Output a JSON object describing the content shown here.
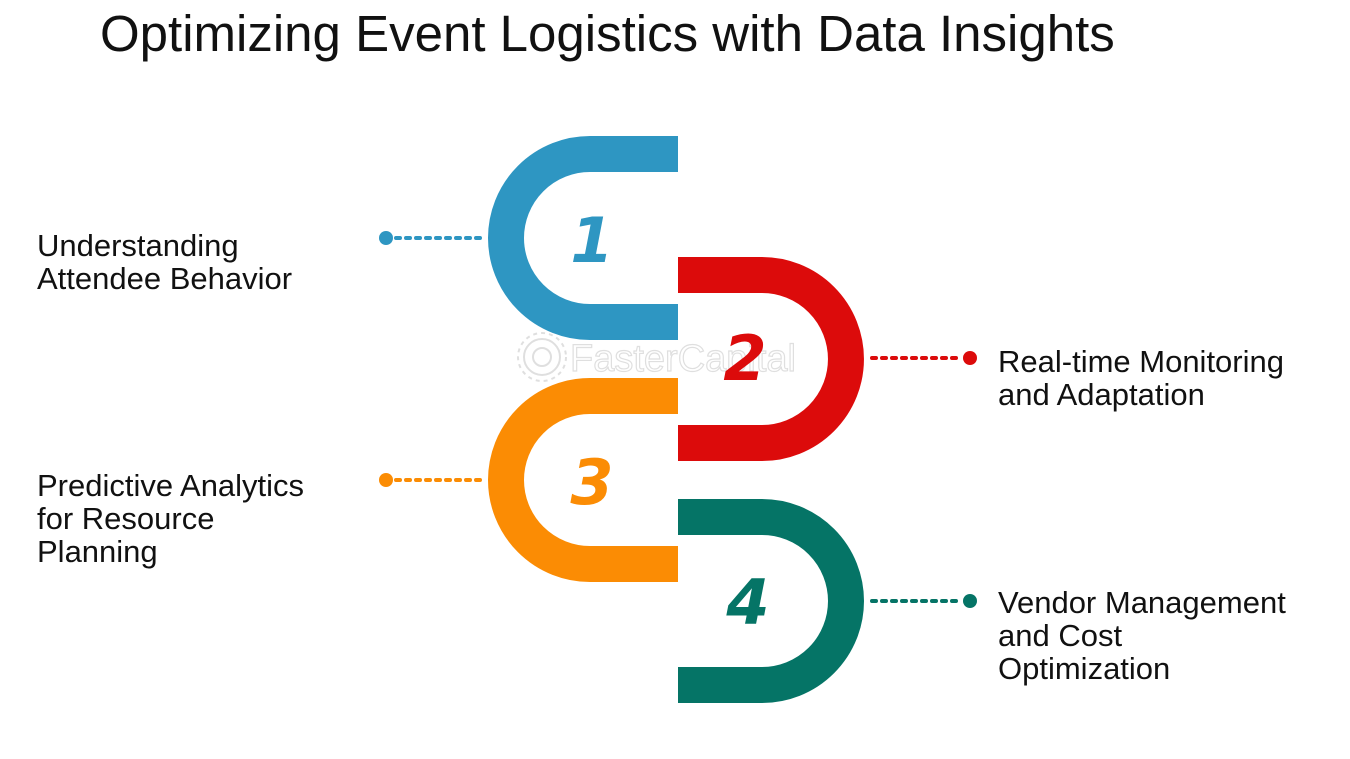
{
  "title": "Optimizing Event Logistics with Data Insights",
  "watermark": "FasterCapital",
  "colors": {
    "step1": "#2e96c2",
    "step2": "#dc0b0b",
    "step3": "#fb8c04",
    "step4": "#057466"
  },
  "steps": [
    {
      "number": "1",
      "label": "Understanding\nAttendee Behavior"
    },
    {
      "number": "2",
      "label": "Real-time Monitoring\nand Adaptation"
    },
    {
      "number": "3",
      "label": "Predictive Analytics\nfor Resource\nPlanning"
    },
    {
      "number": "4",
      "label": "Vendor Management\nand Cost\nOptimization"
    }
  ]
}
